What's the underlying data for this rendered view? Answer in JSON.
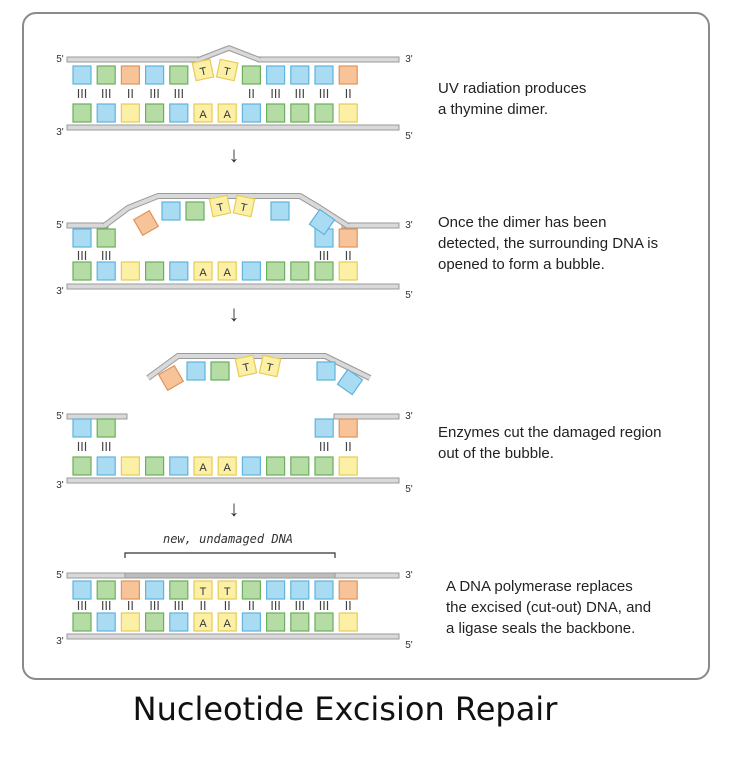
{
  "title": "Nucleotide Excision Repair",
  "steps": [
    {
      "caption": "UV radiation produces\na thymine dimer."
    },
    {
      "caption": "Once the dimer has been\ndetected, the surrounding DNA is\nopened to form a bubble."
    },
    {
      "caption": "Enzymes cut the damaged region\nout of the bubble."
    },
    {
      "caption": "A DNA polymerase replaces\nthe excised (cut-out) DNA, and\na ligase seals the backbone."
    }
  ],
  "labels": {
    "five_prime": "5'",
    "three_prime": "3'",
    "thymine": "T",
    "adenine": "A",
    "new_dna": "new, undamaged DNA",
    "arrow": "↓"
  },
  "colors": {
    "blue": "#a9dcf3",
    "blue_border": "#5fb3dc",
    "green": "#b5dca4",
    "green_border": "#6cae5c",
    "orange": "#f7c49a",
    "orange_border": "#e09458",
    "yellow": "#fcf0a6",
    "yellow_border": "#e6cc55",
    "backbone": "#d9d9d9",
    "backbone_border": "#9a9a9a"
  },
  "top_strand_bases": [
    "blue",
    "green",
    "orange",
    "blue",
    "green",
    "yellow",
    "yellow",
    "green",
    "blue",
    "blue",
    "blue",
    "orange"
  ],
  "bottom_strand_bases": [
    "green",
    "blue",
    "yellow",
    "green",
    "blue",
    "yellow",
    "yellow",
    "blue",
    "green",
    "green",
    "green",
    "yellow"
  ],
  "bond_counts": [
    3,
    3,
    2,
    3,
    3,
    0,
    0,
    2,
    3,
    3,
    3,
    2
  ]
}
